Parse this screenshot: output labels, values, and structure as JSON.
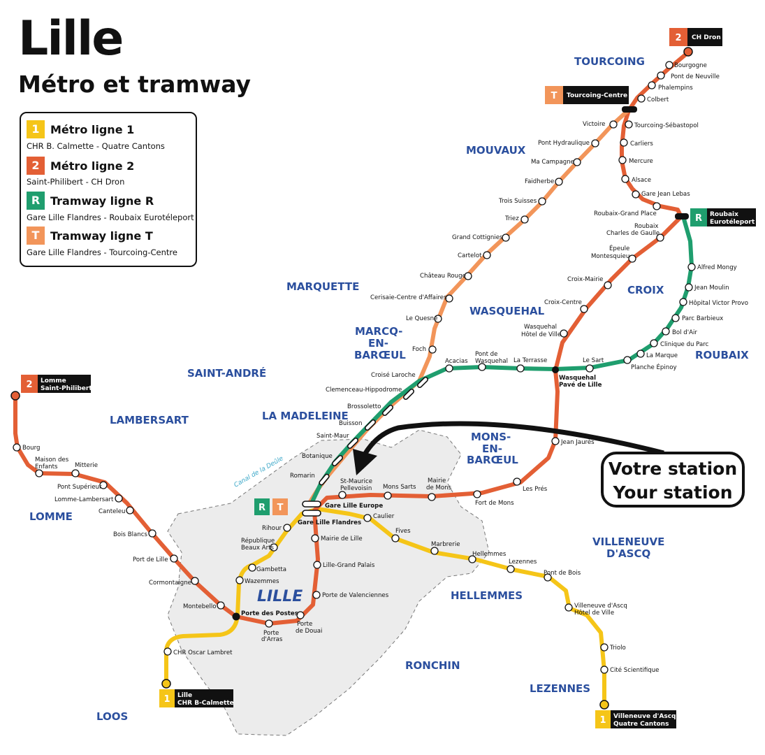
{
  "title": "Lille",
  "subtitle": "Métro et tramway",
  "colors": {
    "line1": "#f5c518",
    "line2": "#e35f35",
    "lineR": "#1f9e6e",
    "lineT": "#f2955a",
    "area_label": "#2b4f9e",
    "canal": "#3aa7c8"
  },
  "legend": [
    {
      "badge": "1",
      "name": "Métro ligne 1",
      "desc": "CHR B. Calmette - Quatre Cantons",
      "color": "#f5c518"
    },
    {
      "badge": "2",
      "name": "Métro ligne 2",
      "desc": "Saint-Philibert - CH Dron",
      "color": "#e35f35"
    },
    {
      "badge": "R",
      "name": "Tramway ligne R",
      "desc": "Gare Lille Flandres - Roubaix Eurotéleport",
      "color": "#1f9e6e"
    },
    {
      "badge": "T",
      "name": "Tramway ligne T",
      "desc": "Gare Lille Flandres - Tourcoing-Centre",
      "color": "#f2955a"
    }
  ],
  "callout": {
    "line1": "Votre station",
    "line2": "Your station"
  },
  "areas": [
    "TOURCOING",
    "MOUVAUX",
    "MARQUETTE",
    "WASQUEHAL",
    "CROIX",
    "ROUBAIX",
    "MARCQ-",
    "EN-",
    "BARŒUL",
    "SAINT-ANDRÉ",
    "LAMBERSART",
    "LA MADELEINE",
    "MONS-",
    "EN-",
    "BARŒUL",
    "LOMME",
    "VILLENEUVE",
    "D'ASCQ",
    "HELLEMMES",
    "RONCHIN",
    "LEZENNES",
    "LOOS",
    "LILLE"
  ],
  "canal": "Canal de la Deûle",
  "termini": [
    {
      "badge": "2",
      "line1": "CH Dron",
      "line2": ""
    },
    {
      "badge": "T",
      "line1": "Tourcoing-Centre",
      "line2": ""
    },
    {
      "badge": "R",
      "line1": "Roubaix",
      "line2": "Eurotéleport"
    },
    {
      "badge": "2",
      "line1": "Lomme",
      "line2": "Saint-Philibert"
    },
    {
      "badge": "1",
      "line1": "Lille",
      "line2": "CHR B-Calmette"
    },
    {
      "badge": "1",
      "line1": "Villeneuve d'Ascq",
      "line2": "Quatre Cantons"
    }
  ],
  "platform_badges": [
    "R",
    "T"
  ],
  "stations": [
    "Bourgogne",
    "Pont de Neuville",
    "Phalempins",
    "Colbert",
    "Tourcoing-Sébastopol",
    "Carliers",
    "Mercure",
    "Alsace",
    "Gare Jean Lebas",
    "Roubaix-Grand Place",
    "Roubaix",
    "Charles de Gaulle",
    "Épeule",
    "Montesquieu",
    "Croix-Mairie",
    "Croix-Centre",
    "Wasquehal",
    "Hôtel de Ville",
    "Wasquehal",
    "Pavé de Lille",
    "Jean Jaurès",
    "Les Prés",
    "Fort de Mons",
    "Mairie",
    "de Mons",
    "Mons Sarts",
    "St-Maurice",
    "Pellevoisin",
    "Gare Lille Europe",
    "Gare Lille Flandres",
    "Mairie de Lille",
    "Lille-Grand Palais",
    "Porte de Valenciennes",
    "Porte",
    "de Douai",
    "Porte",
    "d'Arras",
    "Porte des Postes",
    "Montebello",
    "Cormontaigne",
    "Port de Lille",
    "Bois Blancs",
    "Canteleu",
    "Lomme-Lambersart",
    "Pont Supérieur",
    "Mitterie",
    "Maison des",
    "Enfants",
    "Bourg",
    "Victoire",
    "Pont Hydraulique",
    "Ma Campagne",
    "Faidherbe",
    "Trois Suisses",
    "Triez",
    "Grand Cottignies",
    "Cartelot",
    "Château Rouge",
    "Cerisaie-Centre d'Affaires",
    "Le Quesne",
    "Foch",
    "Croisé Laroche",
    "Clemenceau-Hippodrome",
    "Brossoletto",
    "Buisson",
    "Saint-Maur",
    "Botanique",
    "Romarin",
    "Alfred Mongy",
    "Jean Moulin",
    "Hôpital Victor Provo",
    "Parc Barbieux",
    "Bol d'Air",
    "Clinique du Parc",
    "La Marque",
    "Planche Épinoy",
    "Le Sart",
    "La Terrasse",
    "Pont de",
    "Wasquehal",
    "Acacias",
    "Caulier",
    "Fives",
    "Marbrerie",
    "Hellemmes",
    "Lezennes",
    "Pont de Bois",
    "Villeneuve d'Ascq",
    "Hôtel de Ville",
    "Triolo",
    "Cité Scientifique",
    "Rihour",
    "République",
    "Beaux Arts",
    "Gambetta",
    "Wazemmes",
    "CHR Oscar Lambret"
  ]
}
